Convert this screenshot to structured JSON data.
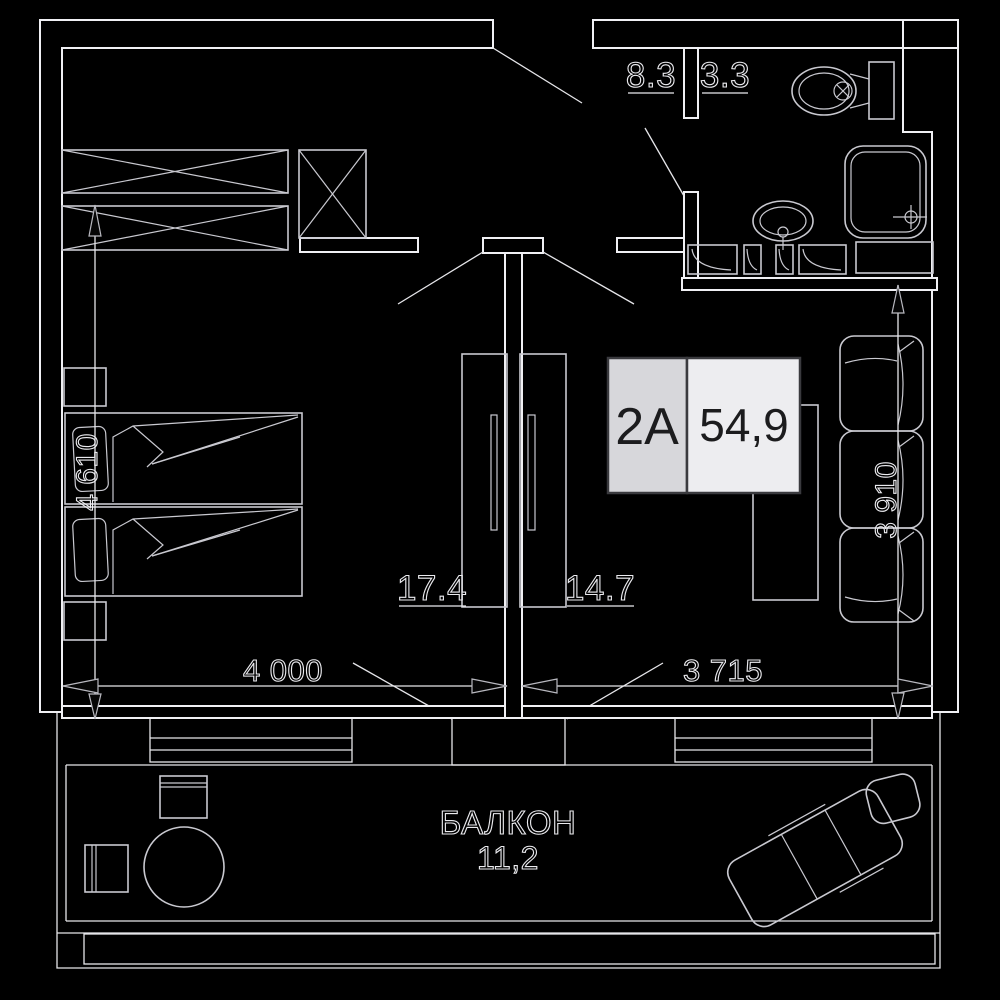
{
  "plan": {
    "unit": {
      "code": "2A",
      "total_area": "54,9"
    },
    "rooms": [
      {
        "name": "hallway",
        "area": "8.3"
      },
      {
        "name": "bathroom",
        "area": "3.3"
      },
      {
        "name": "bedroom",
        "area": "17.4"
      },
      {
        "name": "living-room",
        "area": "14.7"
      },
      {
        "name": "balcony",
        "label": "БАЛКОН",
        "area": "11,2"
      }
    ],
    "dimensions": {
      "bedroom_width_mm": "4 000",
      "living_width_mm": "3 715",
      "left_depth_mm": "4 610",
      "right_depth_mm": "3 910"
    },
    "colors": {
      "background": "#000000",
      "wall_line": "#f0f0f4",
      "furniture_line": "#c9c9d0",
      "unit_box_left_fill": "#d7d7db",
      "unit_box_right_fill": "#ededf0",
      "unit_box_border": "#3a3a3e",
      "unit_text": "#1c1c1e"
    }
  }
}
